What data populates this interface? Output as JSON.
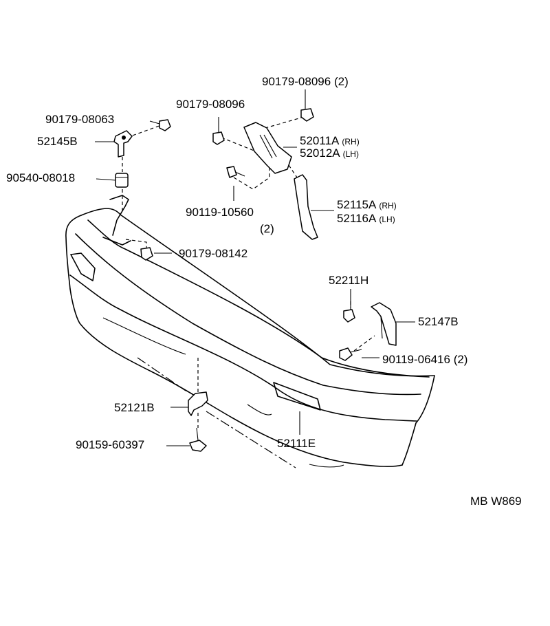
{
  "labels": {
    "p90179_08096_2": "90179-08096",
    "p90179_08096_2_qty": "(2)",
    "p90179_08096": "90179-08096",
    "p90179_08063": "90179-08063",
    "p52145B": "52145B",
    "p52011A": "52011A",
    "p52011A_side": "(RH)",
    "p52012A": "52012A",
    "p52012A_side": "(LH)",
    "p90540_08018": "90540-08018",
    "p90119_10560": "90119-10560",
    "p90119_10560_qty": "(2)",
    "p52115A": "52115A",
    "p52115A_side": "(RH)",
    "p52116A": "52116A",
    "p52116A_side": "(LH)",
    "p90179_08142": "90179-08142",
    "p52211H": "52211H",
    "p52147B": "52147B",
    "p90119_06416": "90119-06416",
    "p90119_06416_qty": "(2)",
    "p52121B": "52121B",
    "p90159_60397": "90159-60397",
    "p52111E": "52111E",
    "code": "MB W869"
  }
}
